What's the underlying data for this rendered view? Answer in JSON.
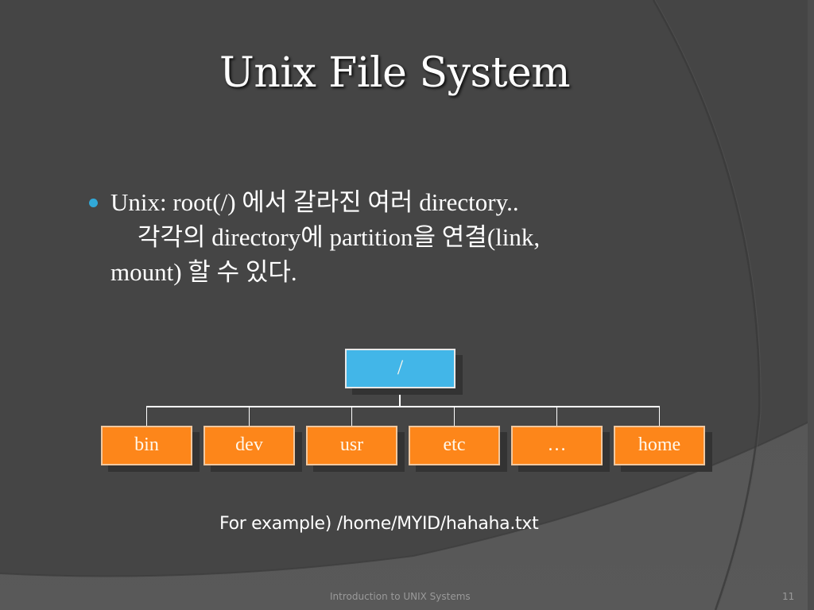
{
  "slide": {
    "title": "Unix File System",
    "bullet": {
      "line1": "Unix: root(/) 에서 갈라진 여러 directory..",
      "line2": "각각의 directory에 partition을 연결(link,",
      "line3": "mount) 할 수 있다."
    },
    "tree": {
      "root": "/",
      "children": [
        "bin",
        "dev",
        "usr",
        "etc",
        "…",
        "home"
      ]
    },
    "example": "For example) /home/MYID/hahaha.txt",
    "footer": "Introduction to UNIX Systems",
    "page_number": "11"
  },
  "colors": {
    "background": "#454545",
    "root_box": "#42b6e8",
    "child_box": "#fd861a",
    "bullet": "#31a9d8",
    "footer_text": "#9a9a9a"
  }
}
